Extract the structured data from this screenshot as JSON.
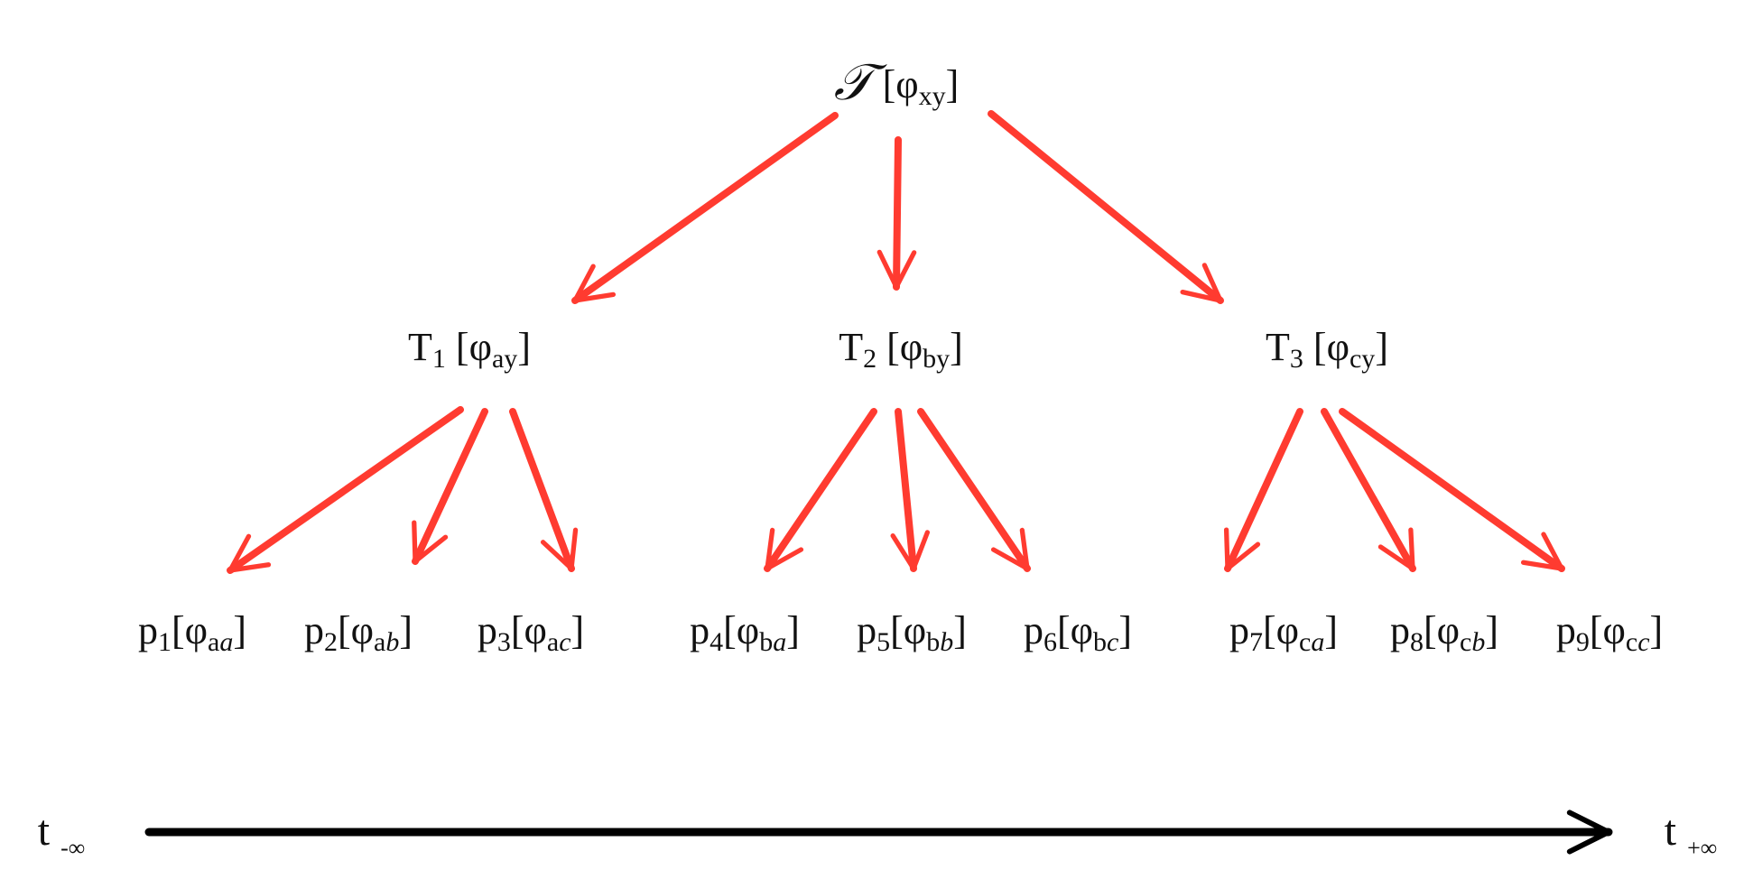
{
  "colors": {
    "arrow": "#ff3b30",
    "timeline": "#000000",
    "text": "#111111"
  },
  "root": {
    "symbol": "𝒯",
    "phi": "φ",
    "sub": "xy"
  },
  "mid": [
    {
      "name": "T",
      "num": "1",
      "phi": "φ",
      "sub": "ay"
    },
    {
      "name": "T",
      "num": "2",
      "phi": "φ",
      "sub": "by"
    },
    {
      "name": "T",
      "num": "3",
      "phi": "φ",
      "sub": "cy"
    }
  ],
  "leaves": [
    {
      "name": "p",
      "num": "1",
      "phi": "φ",
      "sub_a": "a",
      "sub_b": "a"
    },
    {
      "name": "p",
      "num": "2",
      "phi": "φ",
      "sub_a": "a",
      "sub_b": "b"
    },
    {
      "name": "p",
      "num": "3",
      "phi": "φ",
      "sub_a": "a",
      "sub_b": "c"
    },
    {
      "name": "p",
      "num": "4",
      "phi": "φ",
      "sub_a": "b",
      "sub_b": "a"
    },
    {
      "name": "p",
      "num": "5",
      "phi": "φ",
      "sub_a": "b",
      "sub_b": "b"
    },
    {
      "name": "p",
      "num": "6",
      "phi": "φ",
      "sub_a": "b",
      "sub_b": "c"
    },
    {
      "name": "p",
      "num": "7",
      "phi": "φ",
      "sub_a": "c",
      "sub_b": "a"
    },
    {
      "name": "p",
      "num": "8",
      "phi": "φ",
      "sub_a": "c",
      "sub_b": "b"
    },
    {
      "name": "p",
      "num": "9",
      "phi": "φ",
      "sub_a": "c",
      "sub_b": "c"
    }
  ],
  "timeline": {
    "start": {
      "t": "t",
      "sub": "-∞"
    },
    "end": {
      "t": "t",
      "sub": "+∞"
    }
  }
}
